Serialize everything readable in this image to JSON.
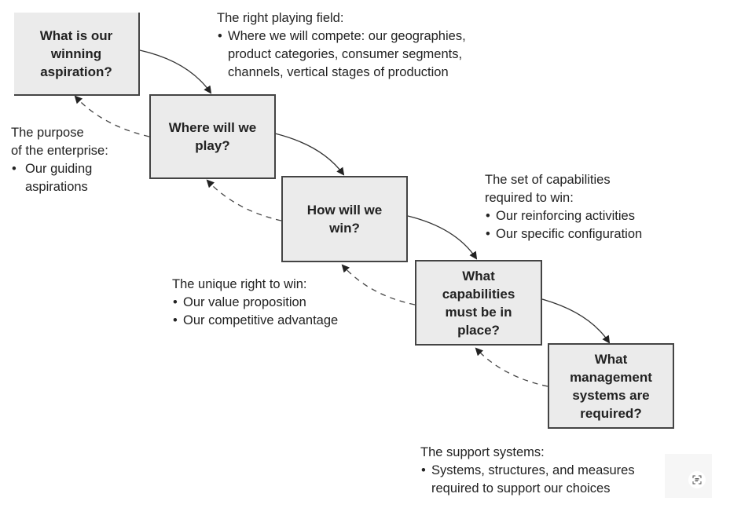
{
  "boxes": [
    {
      "id": "aspiration",
      "lines": [
        "What is our",
        "winning",
        "aspiration?"
      ]
    },
    {
      "id": "where",
      "lines": [
        "Where will we",
        "play?"
      ]
    },
    {
      "id": "how",
      "lines": [
        "How will we",
        "win?"
      ]
    },
    {
      "id": "capabilities",
      "lines": [
        "What",
        "capabilities",
        "must be in",
        "place?"
      ]
    },
    {
      "id": "management",
      "lines": [
        "What",
        "management",
        "systems are",
        "required?"
      ]
    }
  ],
  "notes": {
    "playing_field": {
      "title": "The right playing field:",
      "bullet": "Where we will compete: our geographies,",
      "cont": [
        "product categories, consumer segments,",
        "channels, vertical stages of production"
      ]
    },
    "purpose": {
      "title1": "The purpose",
      "title2": "of the enterprise:",
      "bullet": "Our guiding",
      "cont": "aspirations"
    },
    "capabilities_set": {
      "title1": "The set of capabilities",
      "title2": "required to win:",
      "bullets": [
        "Our reinforcing activities",
        "Our specific configuration"
      ]
    },
    "right_to_win": {
      "title": "The unique right to win:",
      "bullets": [
        "Our value proposition",
        "Our competitive advantage"
      ]
    },
    "support": {
      "title": "The support systems:",
      "bullet": "Systems, structures, and measures",
      "cont": "required to support our choices"
    }
  },
  "overlay": {
    "icon": "scan-text-icon"
  }
}
